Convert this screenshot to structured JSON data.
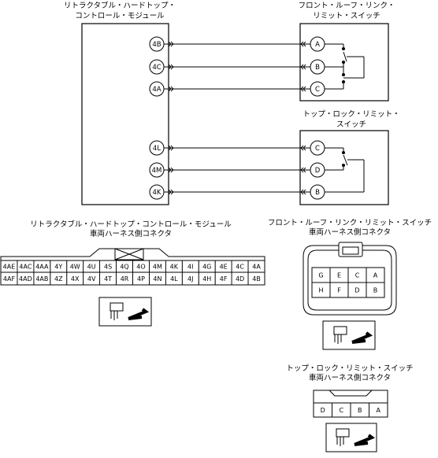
{
  "diagram": {
    "rhm_title": [
      "リトラクタブル・ハードトップ・",
      "コントロール・モジュール"
    ],
    "front_switch_title": [
      "フロント・ルーフ・リンク・",
      "リミット・スイッチ"
    ],
    "top_switch_title": [
      "トップ・ロック・リミット・",
      "スイッチ"
    ],
    "rhm_pins_upper": [
      "4B",
      "4C",
      "4A"
    ],
    "rhm_pins_lower": [
      "4L",
      "4M",
      "4K"
    ],
    "front_switch_pins": [
      "A",
      "B",
      "C"
    ],
    "top_switch_pins": [
      "C",
      "D",
      "B"
    ]
  },
  "connectors": {
    "rhm": {
      "title": [
        "リトラクタブル・ハードトップ・コントロール・モジュール",
        "車両ハーネス側コネクタ"
      ],
      "row1": [
        "4AE",
        "4AC",
        "4AA",
        "4Y",
        "4W",
        "4U",
        "4S",
        "4Q",
        "4O",
        "4M",
        "4K",
        "4I",
        "4G",
        "4E",
        "4C",
        "4A"
      ],
      "row2": [
        "4AF",
        "4AD",
        "4AB",
        "4Z",
        "4X",
        "4V",
        "4T",
        "4R",
        "4P",
        "4N",
        "4L",
        "4J",
        "4H",
        "4F",
        "4D",
        "4B"
      ]
    },
    "front": {
      "title": [
        "フロント・ルーフ・リンク・リミット・スイッチ",
        "車両ハーネス側コネクタ"
      ],
      "row1": [
        "G",
        "E",
        "C",
        "A"
      ],
      "row2": [
        "H",
        "F",
        "D",
        "B"
      ]
    },
    "top": {
      "title": [
        "トップ・ロック・リミット・スイッチ",
        "車両ハーネス側コネクタ"
      ],
      "row1": [
        "D",
        "C",
        "B",
        "A"
      ]
    }
  }
}
